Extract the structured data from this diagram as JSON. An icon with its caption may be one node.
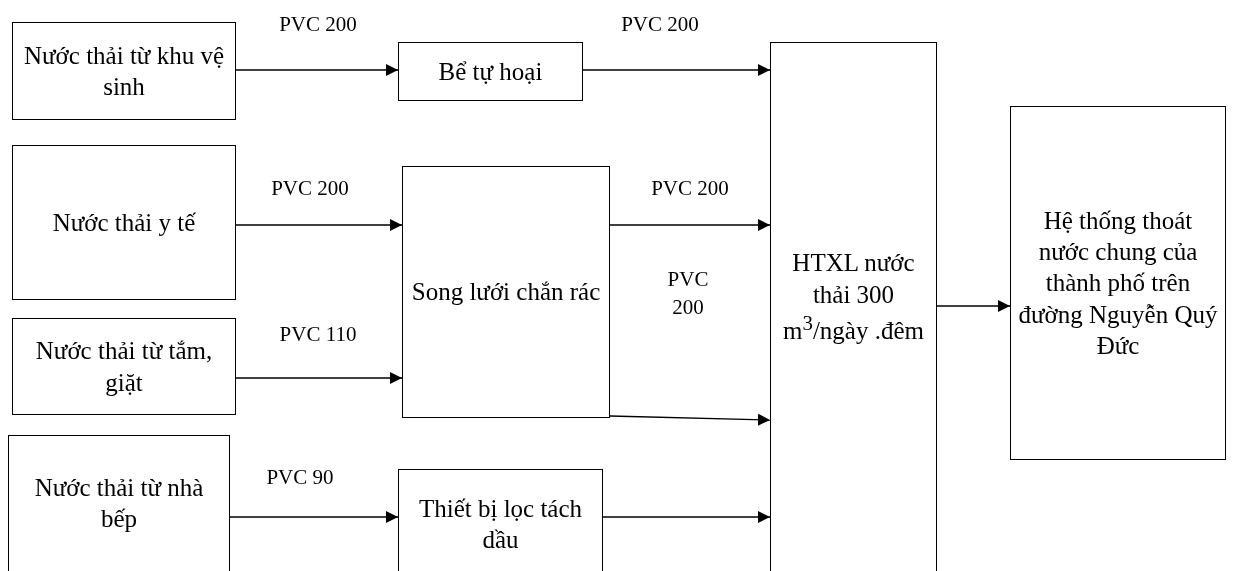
{
  "diagram": {
    "nodes": [
      {
        "text": [
          "Nước thải từ khu vệ sinh"
        ]
      },
      {
        "text": [
          "Bể tự hoại"
        ]
      },
      {
        "text": [
          "Nước thải y tế"
        ]
      },
      {
        "text": [
          "Song lưới chắn rác"
        ]
      },
      {
        "text": [
          "Nước thải từ tắm, giặt"
        ]
      },
      {
        "text": [
          "Nước thải từ nhà bếp"
        ]
      },
      {
        "text": [
          "Thiết bị lọc tách dầu"
        ]
      },
      {
        "text": [
          "HTXL nước thải 300 m$^{3}$/ngày .đêm"
        ]
      },
      {
        "text": [
          "Hệ thống thoát nước chung của thành phố trên đường Nguyễn Quý Đức"
        ]
      }
    ],
    "edges": [
      {
        "from": 0,
        "to": 1,
        "arrow": "to",
        "label": "PVC 200"
      },
      {
        "from": 1,
        "to": 7,
        "arrow": "to",
        "label": "PVC 200"
      },
      {
        "from": 2,
        "to": 3,
        "arrow": "to",
        "label": "PVC 200"
      },
      {
        "from": 3,
        "to": 7,
        "arrow": "to",
        "label": "PVC 200"
      },
      {
        "from": 4,
        "to": 3,
        "arrow": "to",
        "label": "PVC 110"
      },
      {
        "from": 3,
        "to": 7,
        "arrow": "to",
        "label": "PVC 200"
      },
      {
        "from": 5,
        "to": 6,
        "arrow": "to",
        "label": "PVC 90"
      },
      {
        "from": 6,
        "to": 7,
        "arrow": "to"
      },
      {
        "from": 7,
        "to": 8,
        "arrow": "to"
      }
    ]
  }
}
